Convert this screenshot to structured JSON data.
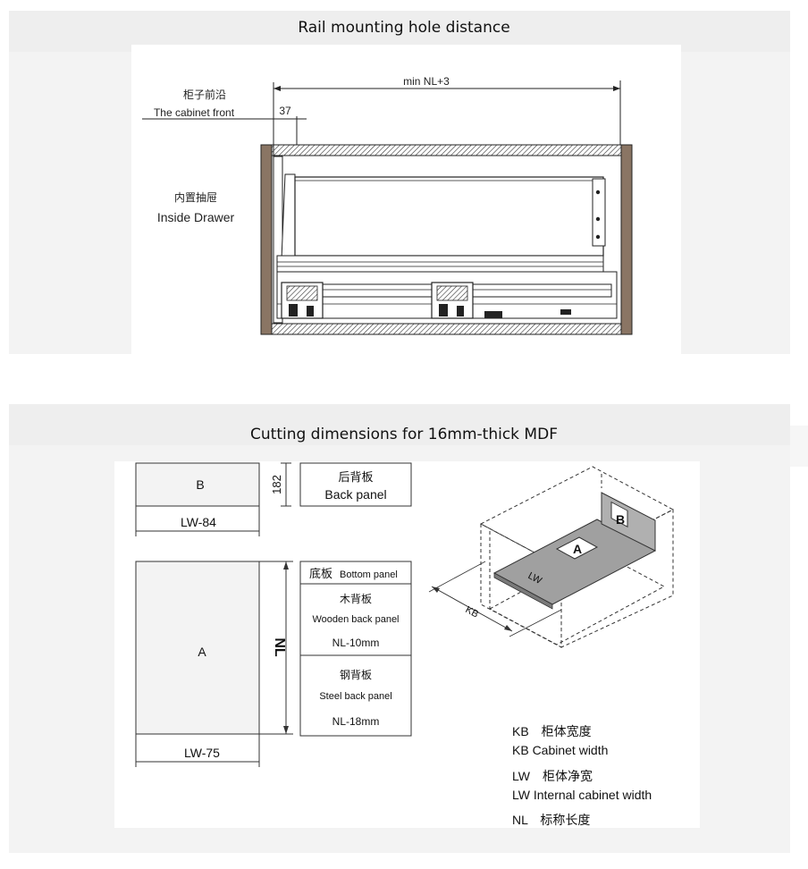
{
  "section1": {
    "title": "Rail mounting hole distance",
    "cabinet_front_cn": "柜子前沿",
    "cabinet_front_en": "The cabinet front",
    "inside_drawer_cn": "内置抽屉",
    "inside_drawer_en": "Inside Drawer",
    "dim_min": "min NL+3",
    "dim_37": "37"
  },
  "section2": {
    "title": "Cutting dimensions for 16mm-thick MDF",
    "panel_b_label": "B",
    "panel_b_height": "182",
    "panel_b_width": "LW-84",
    "back_panel_cn": "后背板",
    "back_panel_en": "Back panel",
    "panel_a_label": "A",
    "panel_a_width": "LW-75",
    "panel_a_height": "NL",
    "bottom_panel_cn": "底板",
    "bottom_panel_en": "Bottom panel",
    "wooden_back_cn": "木背板",
    "wooden_back_en": "Wooden back panel",
    "wooden_back_dim": "NL-10mm",
    "steel_back_cn": "钢背板",
    "steel_back_en": "Steel back panel",
    "steel_back_dim": "NL-18mm",
    "iso_lw": "LW",
    "iso_kb": "KB",
    "iso_a": "A",
    "iso_b": "B",
    "legend": {
      "kb_cn": "KB　柜体宽度",
      "kb_en": "KB Cabinet width",
      "lw_cn": "LW　柜体净宽",
      "lw_en": "LW Internal cabinet width",
      "nl_cn": "NL　标称长度"
    }
  }
}
